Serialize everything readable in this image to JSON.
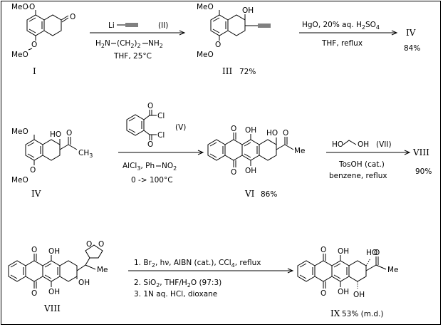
{
  "compounds": {
    "I": "I",
    "III": "III",
    "III_yield": "72%",
    "IV": "IV",
    "IV_product_label": "IV",
    "IV_yield": "84%",
    "VI": "VI",
    "VI_yield": "86%",
    "VIII_product_label": "VIII",
    "VIII_yield": "90%",
    "VIII": "VIII",
    "IX": "IX",
    "IX_yield": "53% (m.d.)"
  },
  "atoms": {
    "MeO": "MeO",
    "OMe": "OMe",
    "O": "O",
    "OH": "OH",
    "HO": "HO",
    "Me": "Me",
    "CH3": "CH",
    "CH3_sub": "3",
    "Cl": "Cl"
  },
  "reagents": {
    "step1_top": "(II)",
    "step1_reagent_li": "Li",
    "step1_bottom1_a": "H",
    "step1_bottom1_b": "2",
    "step1_bottom1_c": "N",
    "step1_bottom1_d": "(CH",
    "step1_bottom1_e": "2",
    "step1_bottom1_f": ")",
    "step1_bottom1_g": "2",
    "step1_bottom1_h": "NH",
    "step1_bottom1_i": "2",
    "step1_bottom2": "THF, 25°C",
    "step2_top_a": "HgO, 20% aq. H",
    "step2_top_b": "2",
    "step2_top_c": "SO",
    "step2_top_d": "4",
    "step2_bottom": "THF, reflux",
    "step3_top": "(V)",
    "step3_bottom1_a": "AlCl",
    "step3_bottom1_b": "3",
    "step3_bottom1_c": ", Ph",
    "step3_bottom1_d": "NO",
    "step3_bottom1_e": "2",
    "step3_bottom2": "0 -> 100°C",
    "step4_top": "(VII)",
    "step4_bottom1": "TosOH (cat.)",
    "step4_bottom2": "benzene, reflux",
    "step5_line1_a": "1. Br",
    "step5_line1_b": "2",
    "step5_line1_c": ", hν, AIBN (cat.), CCl",
    "step5_line1_d": "4",
    "step5_line1_e": ", reflux",
    "step5_line2_a": "2. SiO",
    "step5_line2_b": "2",
    "step5_line2_c": ", THF/H",
    "step5_line2_d": "2",
    "step5_line2_e": "O (97:3)",
    "step5_line3": "3. 1N aq. HCl, dioxane"
  }
}
